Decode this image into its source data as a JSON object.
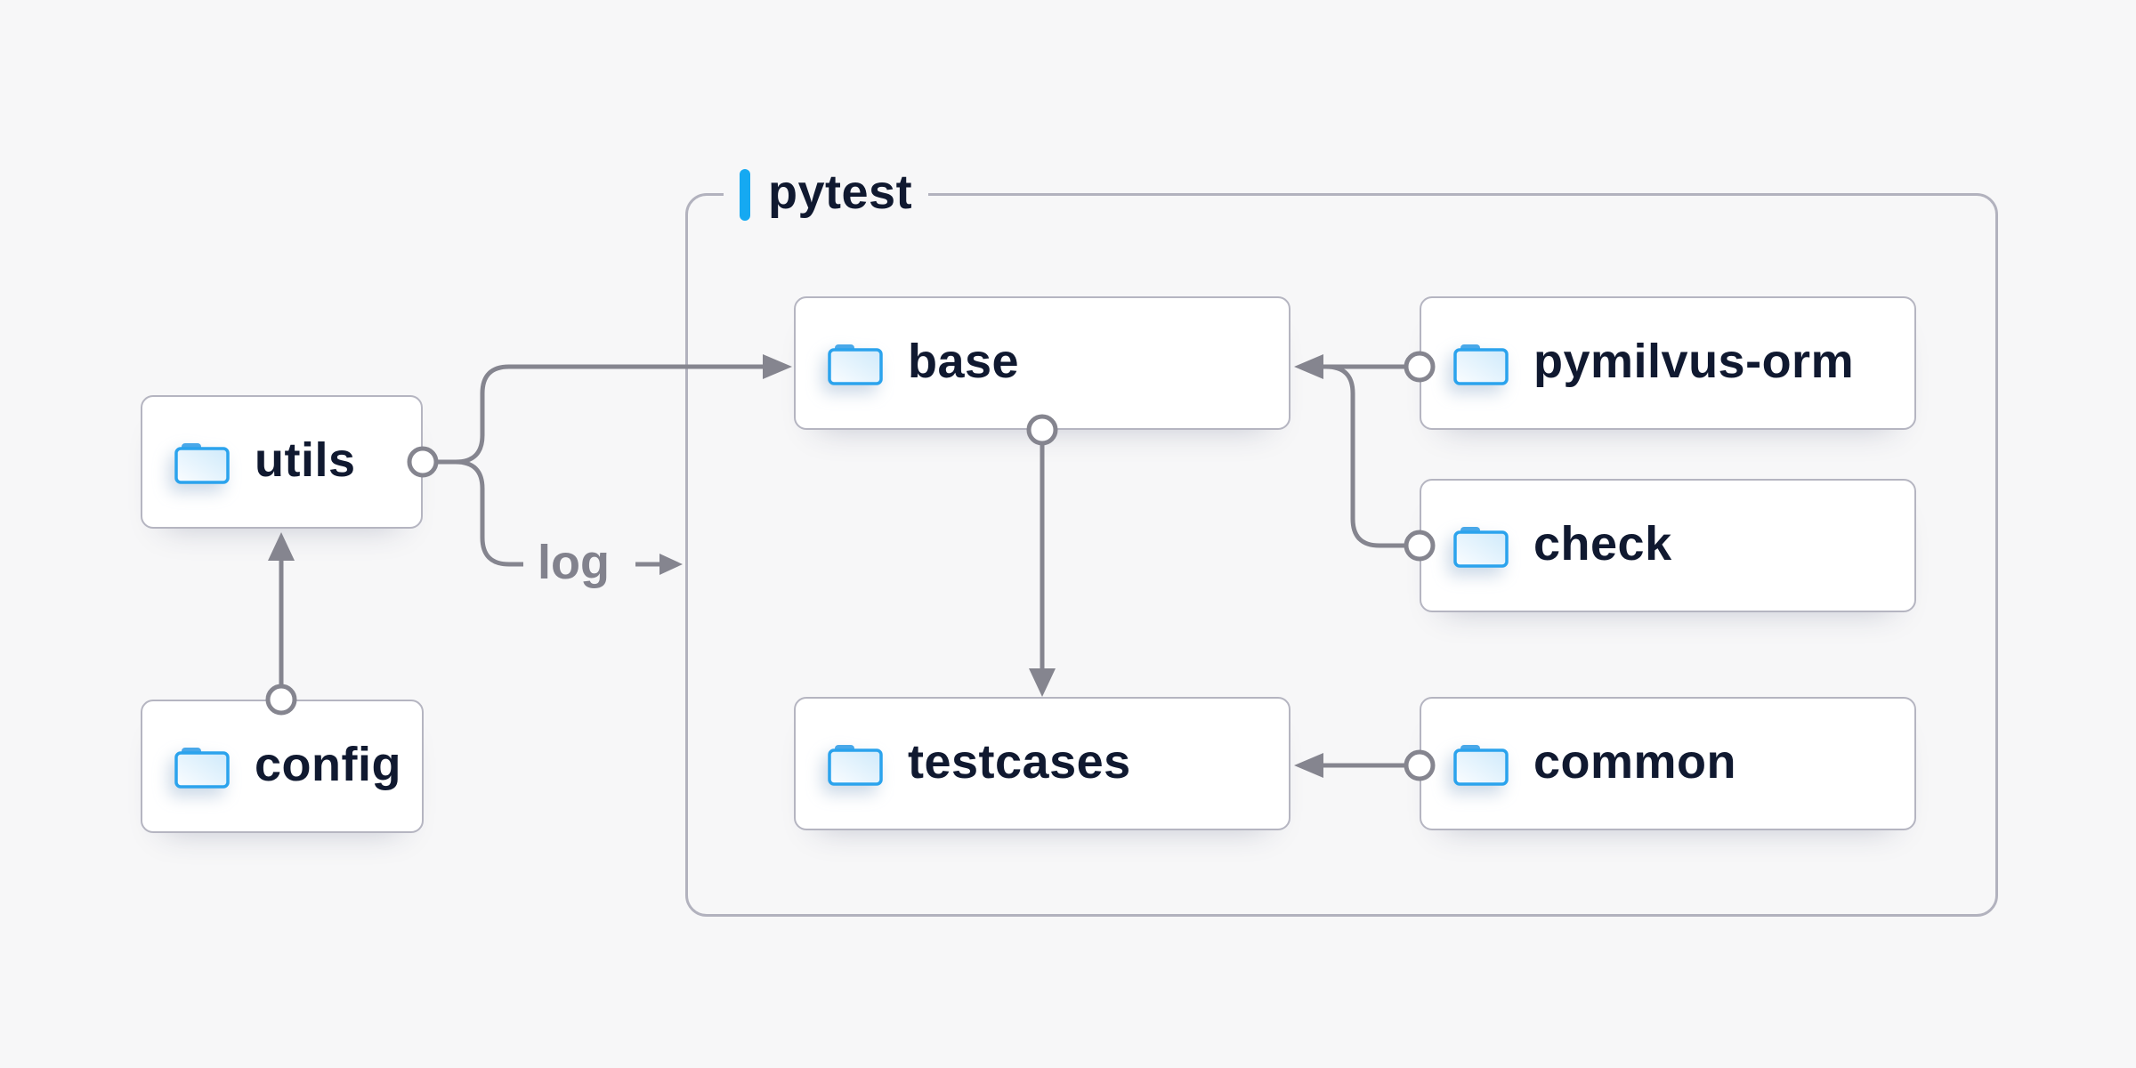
{
  "container": {
    "label": "pytest"
  },
  "nodes": {
    "utils": {
      "label": "utils"
    },
    "config": {
      "label": "config"
    },
    "base": {
      "label": "base"
    },
    "testcases": {
      "label": "testcases"
    },
    "pymilvus_orm": {
      "label": "pymilvus-orm"
    },
    "check": {
      "label": "check"
    },
    "common": {
      "label": "common"
    }
  },
  "edges": [
    {
      "from": "config",
      "to": "utils",
      "label": ""
    },
    {
      "from": "utils",
      "to": "base",
      "label": ""
    },
    {
      "from": "utils",
      "to": "pytest",
      "label": "log"
    },
    {
      "from": "pymilvus-orm",
      "to": "base",
      "label": ""
    },
    {
      "from": "check",
      "to": "base",
      "label": ""
    },
    {
      "from": "base",
      "to": "testcases",
      "label": ""
    },
    {
      "from": "common",
      "to": "testcases",
      "label": ""
    }
  ],
  "colors": {
    "background": "#F7F7F8",
    "node_border": "#B5B5C1",
    "container_border": "#B2B2BE",
    "wire": "#85858F",
    "text": "#101930",
    "accent_blue": "#15A9F2",
    "edge_label": "#82828D",
    "folder_stroke": "#2BA3ED"
  }
}
